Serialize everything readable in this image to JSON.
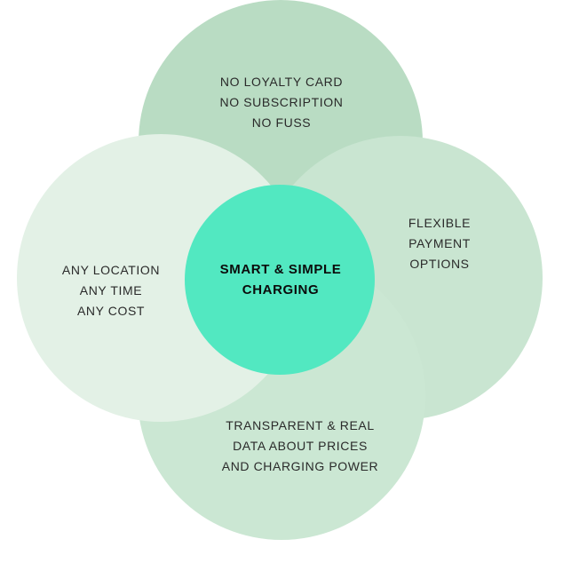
{
  "colors": {
    "top_circle": "#b9dcc3",
    "right_circle": "#c9e5d1",
    "bottom_circle": "#cbe7d3",
    "left_circle": "#e3f1e6",
    "center_circle": "#52e8c1"
  },
  "diagram": {
    "center": {
      "lines": [
        "SMART & SIMPLE",
        "CHARGING"
      ]
    },
    "top": {
      "lines": [
        "NO LOYALTY CARD",
        "NO SUBSCRIPTION",
        "NO FUSS"
      ]
    },
    "right": {
      "lines": [
        "FLEXIBLE",
        "PAYMENT",
        "OPTIONS"
      ]
    },
    "left": {
      "lines": [
        "ANY LOCATION",
        "ANY TIME",
        "ANY COST"
      ]
    },
    "bottom": {
      "lines": [
        "TRANSPARENT & REAL",
        "DATA ABOUT PRICES",
        "AND CHARGING POWER"
      ]
    }
  }
}
